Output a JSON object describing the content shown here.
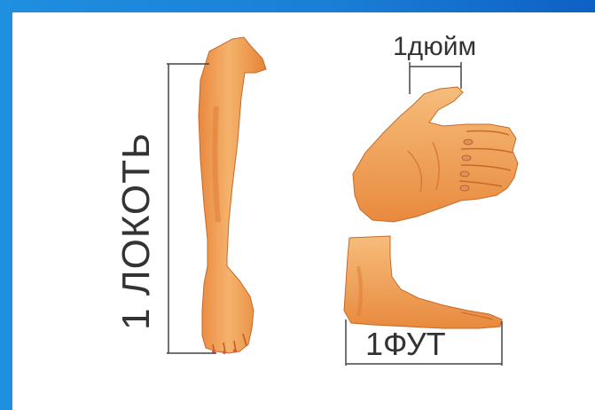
{
  "labels": {
    "lokot": "1 ЛОКОТЬ",
    "duim": "1дюйм",
    "fut": "1ФУТ"
  },
  "colors": {
    "border_blue": "#1f8fe0",
    "skin": "#f2a35a",
    "skin_light": "#f7bf7c",
    "skin_shadow": "#d9793a",
    "outline": "#444444"
  },
  "icons": {
    "arm": "forearm-illustration",
    "hand": "thumb-hand-illustration",
    "foot": "foot-illustration"
  }
}
